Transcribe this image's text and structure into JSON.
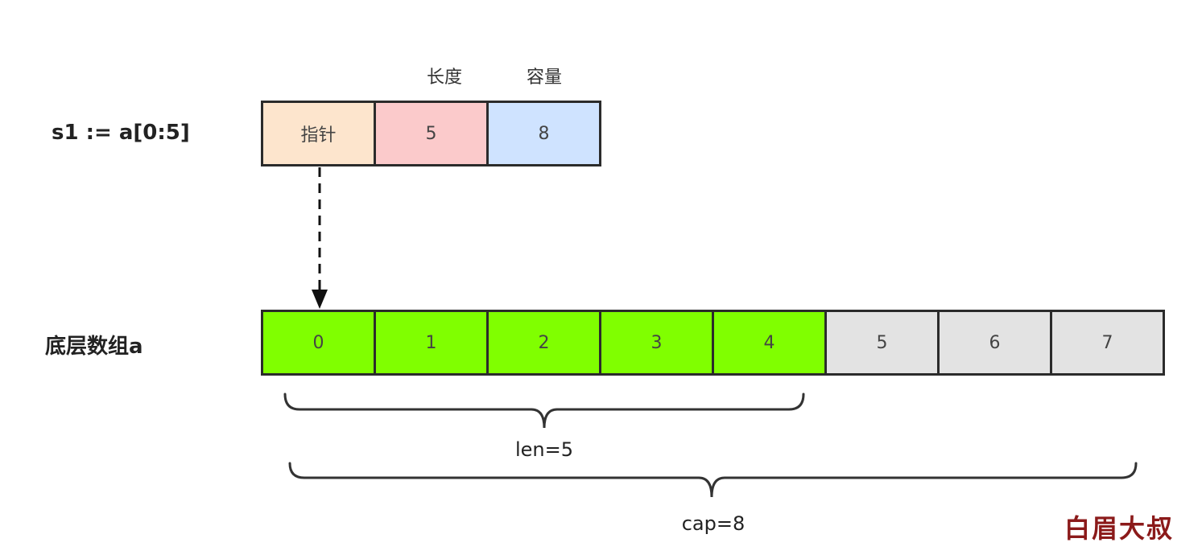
{
  "slice_expr": "s1 := a[0:5]",
  "header": {
    "length_label": "长度",
    "capacity_label": "容量"
  },
  "slice_header": {
    "pointer_label": "指针",
    "length_value": "5",
    "capacity_value": "8"
  },
  "array_label": "底层数组a",
  "array_cells": [
    "0",
    "1",
    "2",
    "3",
    "4",
    "5",
    "6",
    "7"
  ],
  "len_label": "len=5",
  "cap_label": "cap=8",
  "watermark": "白眉大叔",
  "colors": {
    "pointer_fill": "#fde5cd",
    "length_fill": "#fbcacb",
    "capacity_fill": "#cfe3ff",
    "in_slice_fill": "#80ff00",
    "out_of_slice_fill": "#e3e3e3",
    "border": "#2b2b2b",
    "watermark": "#8b1a1a"
  }
}
